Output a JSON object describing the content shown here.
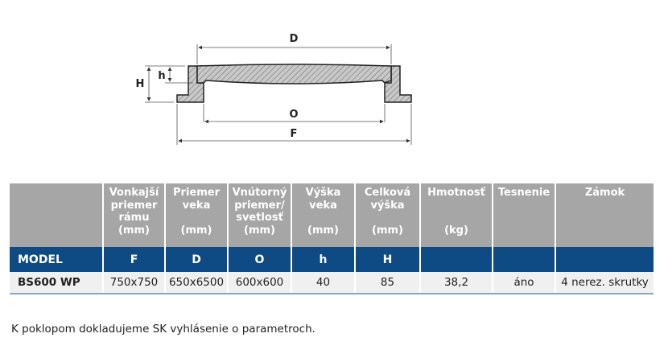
{
  "drawing": {
    "labels": {
      "D": "D",
      "O": "O",
      "F": "F",
      "H": "H",
      "h": "h"
    }
  },
  "table": {
    "headers": [
      "",
      "Vonkajší\npriemer\nrámu\n(mm)",
      "Priemer\nveka\n\n(mm)",
      "Vnútorný\npriemer/\nsvetlosť\n(mm)",
      "Výška\nveka\n\n(mm)",
      "Celková\nvýška\n\n(mm)",
      "Hmotnosť\n\n\n(kg)",
      "Tesnenie",
      "Zámok"
    ],
    "symbols": [
      "MODEL",
      "F",
      "D",
      "O",
      "h",
      "H",
      "",
      "",
      ""
    ],
    "rows": [
      [
        "BS600 WP",
        "750x750",
        "650x6500",
        "600x600",
        "40",
        "85",
        "38,2",
        "áno",
        "4 nerez. skrutky"
      ]
    ]
  },
  "note": "K poklopom dokladujeme SK vyhlásenie o parametroch."
}
